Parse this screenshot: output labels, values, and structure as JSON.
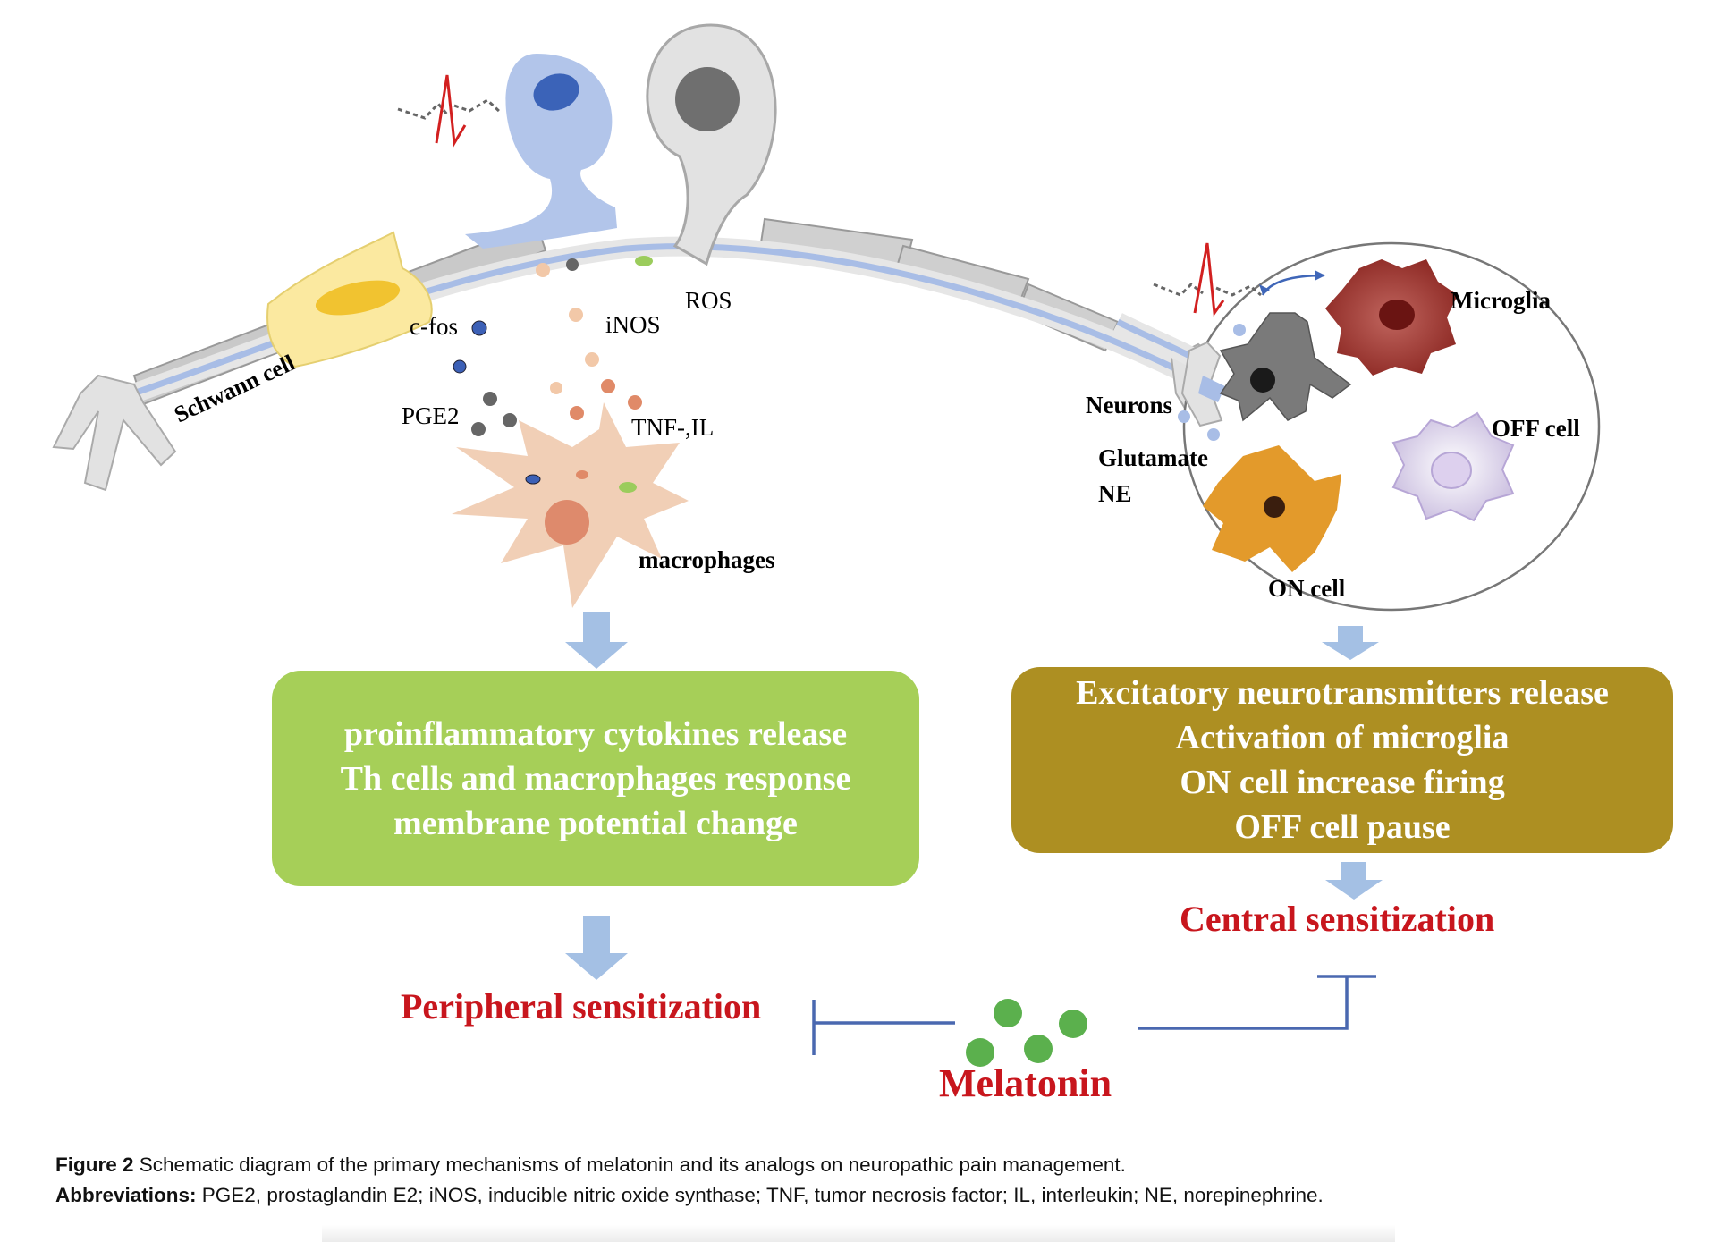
{
  "labels": {
    "schwann": "Schwann cell",
    "cfos": "c-fos",
    "inos": "iNOS",
    "ros": "ROS",
    "pge2": "PGE2",
    "tnf": "TNF-,IL",
    "macrophages": "macrophages",
    "microglia": "Microglia",
    "neurons": "Neurons",
    "glutamate": "Glutamate",
    "ne": "NE",
    "off_cell": "OFF cell",
    "on_cell": "ON cell"
  },
  "box_left": {
    "lines": [
      "proinflammatory cytokines release",
      "Th cells and macrophages response",
      "membrane potential change"
    ]
  },
  "box_right": {
    "lines": [
      "Excitatory neurotransmitters release",
      "Activation of microglia",
      "ON cell increase firing",
      "OFF cell pause"
    ]
  },
  "outcomes": {
    "peripheral": "Peripheral sensitization",
    "central": "Central sensitization",
    "melatonin": "Melatonin"
  },
  "caption": {
    "figure_label": "Figure 2",
    "figure_text": " Schematic diagram of the primary mechanisms of melatonin and its analogs on neuropathic pain management.",
    "abbr_label": "Abbreviations:",
    "abbr_text": " PGE2, prostaglandin E2; iNOS, inducible nitric oxide synthase; TNF, tumor necrosis factor; IL, interleukin; NE, norepinephrine."
  },
  "colors": {
    "box_left": "#a6cf58",
    "box_right": "#ad8f22",
    "sensitization_red": "#c8161d",
    "arrow_blue": "#a4c0e4",
    "inhibition_line": "#4a68b0"
  }
}
